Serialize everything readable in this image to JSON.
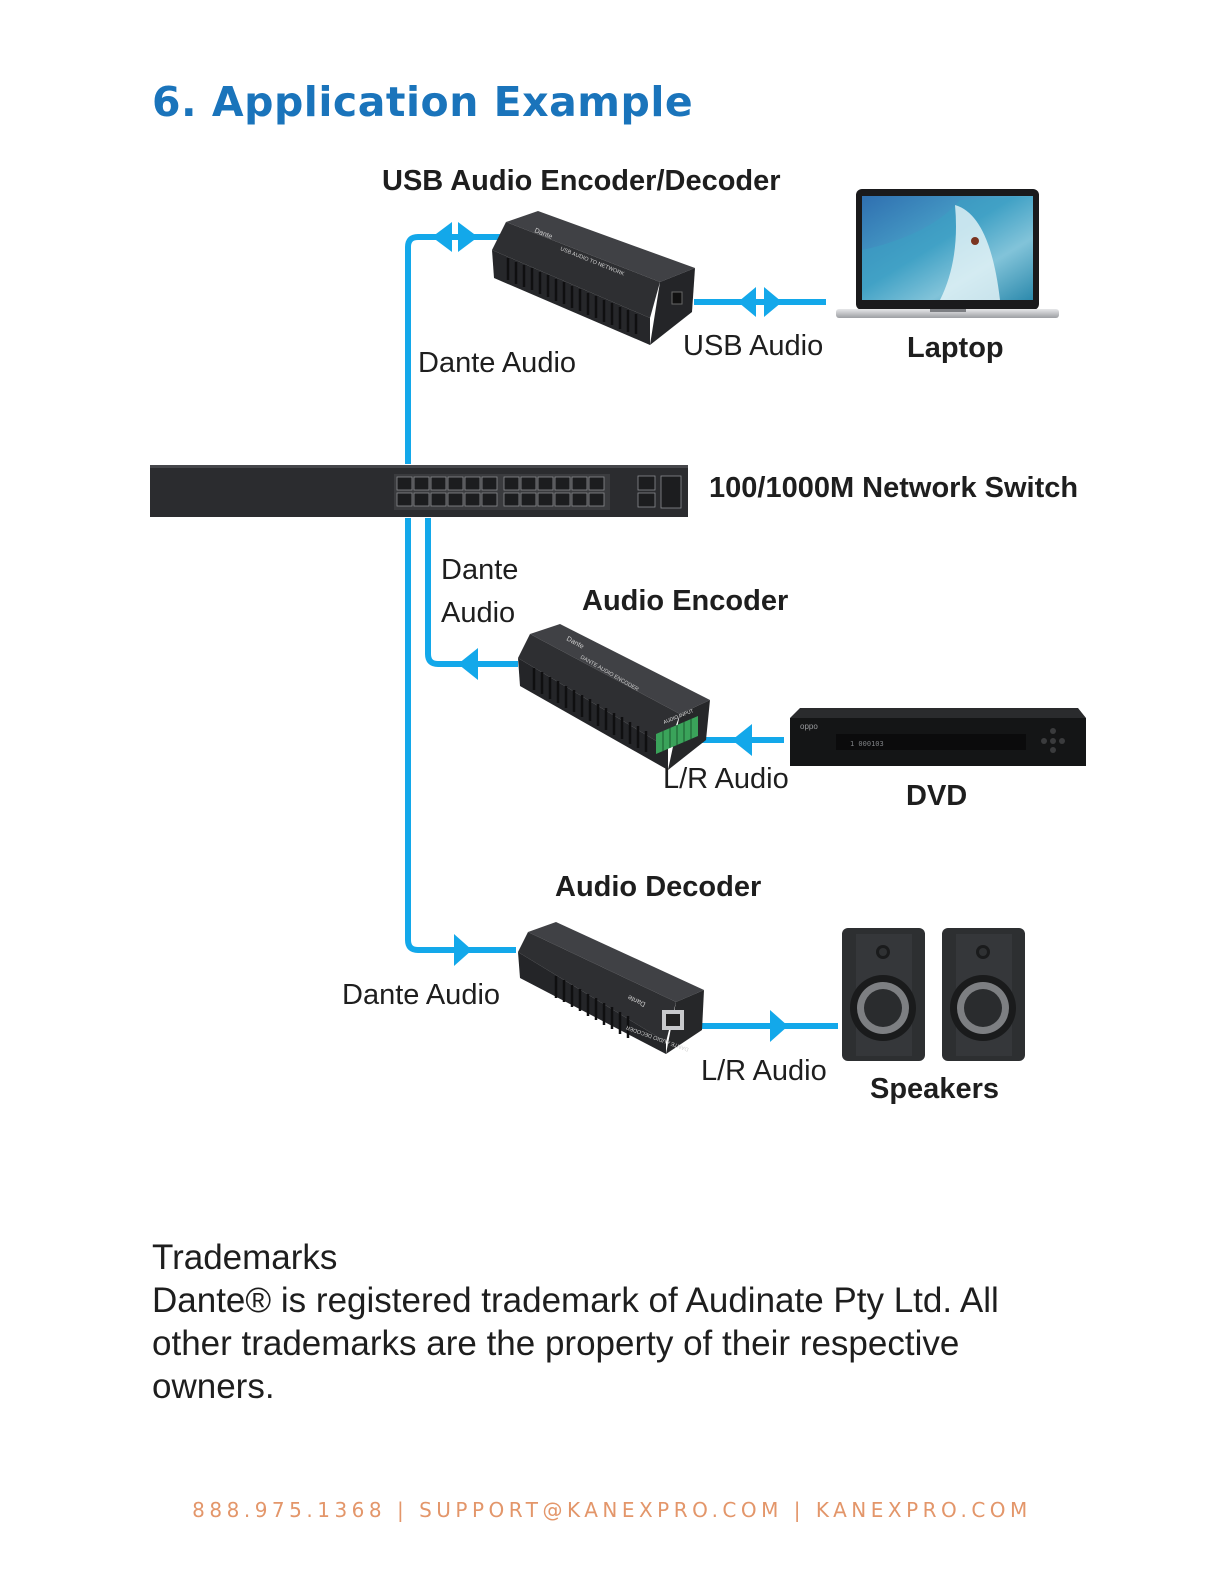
{
  "page": {
    "title": "6. Application Example",
    "title_color": "#1a74bb",
    "connector_color": "#13a8ea"
  },
  "devices": {
    "usb_codec": {
      "label": "USB Audio Encoder/Decoder",
      "faceplate": "USB AUDIO TO NETWORK",
      "brand": "Dante"
    },
    "laptop": {
      "label": "Laptop"
    },
    "switch": {
      "label": "100/1000M Network Switch"
    },
    "encoder": {
      "label": "Audio Encoder",
      "faceplate": "DANTE AUDIO ENCODER",
      "brand": "Dante",
      "port_label": "AUDIO INPUT"
    },
    "dvd": {
      "label": "DVD",
      "brand": "oppo",
      "display": "1 000103"
    },
    "decoder": {
      "label": "Audio Decoder",
      "faceplate": "DANTE AUDIO DECODER",
      "brand": "Dante"
    },
    "speakers": {
      "label": "Speakers"
    }
  },
  "connections": {
    "usb_dante": "Dante Audio",
    "usb_laptop": "USB Audio",
    "encoder_dante_line1": "Dante",
    "encoder_dante_line2": "Audio",
    "encoder_lr": "L/R Audio",
    "decoder_dante": "Dante Audio",
    "decoder_lr": "L/R Audio"
  },
  "trademarks": {
    "heading": "Trademarks",
    "body": "Dante® is registered trademark of Audinate Pty Ltd. All other trademarks are the property of their respective owners."
  },
  "footer": {
    "text": "888.975.1368 | SUPPORT@KANEXPRO.COM | KANEXPRO.COM",
    "color": "#e3966a"
  }
}
